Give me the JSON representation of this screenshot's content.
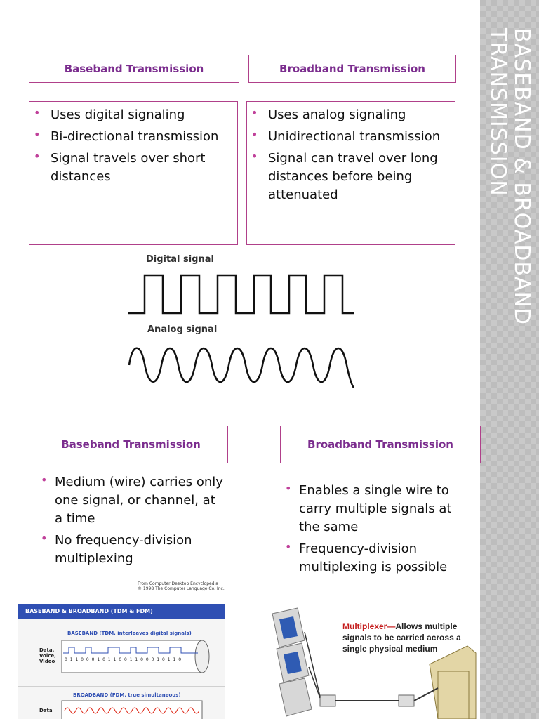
{
  "slide_title": "BASEBAND & BROADBAND TRANSMISSION",
  "top": {
    "baseband_header": "Baseband Transmission",
    "broadband_header": "Broadband Transmission",
    "baseband_points": [
      "Uses digital signaling",
      "Bi-directional transmission",
      "Signal travels over short distances"
    ],
    "broadband_points": [
      "Uses analog signaling",
      "Unidirectional transmission",
      "Signal can travel over long distances before being attenuated"
    ]
  },
  "signals": {
    "digital_label": "Digital signal",
    "analog_label": "Analog signal"
  },
  "bottom": {
    "baseband_header": "Baseband Transmission",
    "broadband_header": "Broadband Transmission",
    "baseband_points": [
      "Medium (wire) carries only one signal, or channel, at a time",
      "No frequency-division multiplexing"
    ],
    "broadband_points": [
      "Enables a single wire to carry multiple signals at the same",
      "Frequency-division multiplexing is possible"
    ]
  },
  "credit": {
    "line1": "From Computer Desktop Encyclopedia",
    "line2": "© 1998 The Computer Language Co. Inc."
  },
  "figure_left": {
    "title": "BASEBAND & BROADBAND (TDM & FDM)",
    "baseband_caption": "BASEBAND (TDM, interleaves digital signals)",
    "broadband_caption": "BROADBAND (FDM, true simultaneous)",
    "input_label_1": "Data, Voice, Video",
    "input_label_2": "Data",
    "bits": "0 1 1 0 0 0 1 0 1 1 0 0 1 1 0 0 0 1 0 1 1 0"
  },
  "figure_right": {
    "mux_term": "Multiplexer—",
    "mux_desc": "Allows multiple signals to be carried across a single physical medium"
  },
  "colors": {
    "accent": "#b0408a",
    "header_text": "#7b2d8e",
    "bullet": "#c0409a",
    "sidebar": "#bdbdbd"
  }
}
